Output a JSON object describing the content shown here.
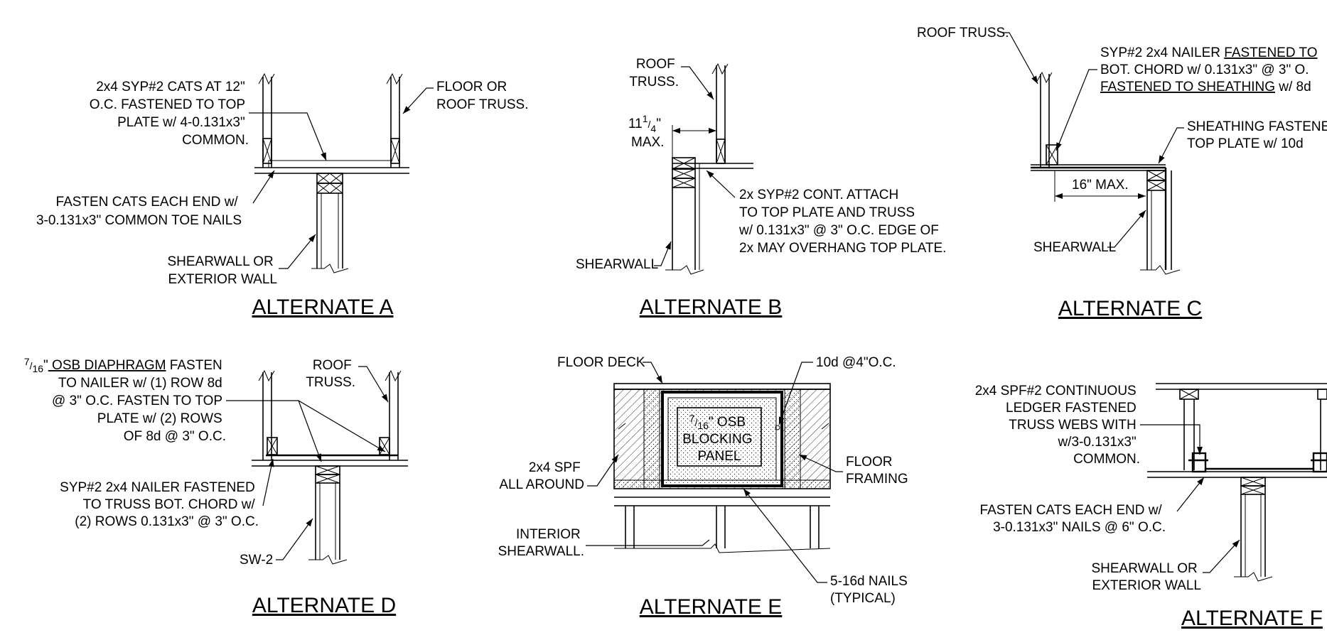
{
  "details": [
    {
      "id": "A",
      "title": "ALTERNATE A",
      "notes": [
        [
          "2x4 SYP#2 CATS AT 12\"",
          "O.C. FASTENED TO TOP",
          "PLATE w/ 4-0.131x3\"",
          "COMMON."
        ],
        [
          "FLOOR OR",
          "ROOF TRUSS."
        ],
        [
          "FASTEN CATS EACH END w/",
          "3-0.131x3\" COMMON TOE NAILS"
        ],
        [
          "SHEARWALL OR",
          "EXTERIOR WALL"
        ]
      ]
    },
    {
      "id": "B",
      "title": "ALTERNATE B",
      "notes": [
        [
          "ROOF",
          "TRUSS."
        ],
        [
          "MAX."
        ],
        [
          "2x SYP#2 CONT. ATTACH",
          "TO TOP PLATE AND TRUSS",
          "w/ 0.131x3\" @ 3\" O.C. EDGE OF",
          "2x MAY OVERHANG TOP PLATE."
        ],
        [
          "SHEARWALL"
        ]
      ],
      "dimension": {
        "whole": "11",
        "num": "1",
        "den": "4",
        "unit": "\""
      }
    },
    {
      "id": "C",
      "title": "ALTERNATE C",
      "notes": [
        [
          "ROOF TRUSS."
        ],
        [
          "SYP#2 2x4 NAILER ",
          "BOT. CHORD w/ 0.131x3\" @ 3\" O.",
          " w/ 8d"
        ],
        [
          "SHEATHING FASTENE",
          "TOP PLATE w/ 10d"
        ],
        [
          "16\" MAX."
        ],
        [
          "SHEARWALL"
        ]
      ],
      "underlined": [
        "FASTENED TO",
        "FASTENED TO SHEATHING"
      ]
    },
    {
      "id": "D",
      "title": "ALTERNATE D",
      "notes": [
        [
          " OSB DIAPHRAGM",
          " FASTEN",
          "TO NAILER w/ (1) ROW 8d",
          "@ 3\" O.C. FASTEN TO TOP",
          "PLATE w/ (2) ROWS",
          "OF 8d @ 3\" O.C."
        ],
        [
          "ROOF",
          "TRUSS."
        ],
        [
          "SYP#2 2x4 NAILER FASTENED",
          "TO TRUSS BOT. CHORD w/",
          "(2) ROWS 0.131x3\" @ 3\" O.C."
        ],
        [
          "SW-2"
        ]
      ],
      "fraction": {
        "num": "7",
        "den": "16",
        "unit": "\""
      }
    },
    {
      "id": "E",
      "title": "ALTERNATE E",
      "notes": [
        [
          "FLOOR DECK"
        ],
        [
          "10d @4\"O.C."
        ],
        [
          " OSB",
          "BLOCKING",
          "PANEL"
        ],
        [
          "2x4 SPF",
          "ALL AROUND"
        ],
        [
          "FLOOR",
          "FRAMING"
        ],
        [
          "INTERIOR",
          "SHEARWALL."
        ],
        [
          "5-16d NAILS",
          "(TYPICAL)"
        ]
      ],
      "fraction": {
        "num": "7",
        "den": "16",
        "unit": "\""
      }
    },
    {
      "id": "F",
      "title": "ALTERNATE F",
      "notes": [
        [
          "2x4 SPF#2 CONTINUOUS",
          "LEDGER FASTENED",
          "TRUSS WEBS WITH",
          "w/3-0.131x3\"",
          "COMMON."
        ],
        [
          "FASTEN CATS EACH END w/",
          "3-0.131x3\" NAILS @ 6\" O.C."
        ],
        [
          "SHEARWALL OR",
          "EXTERIOR WALL"
        ]
      ]
    }
  ]
}
